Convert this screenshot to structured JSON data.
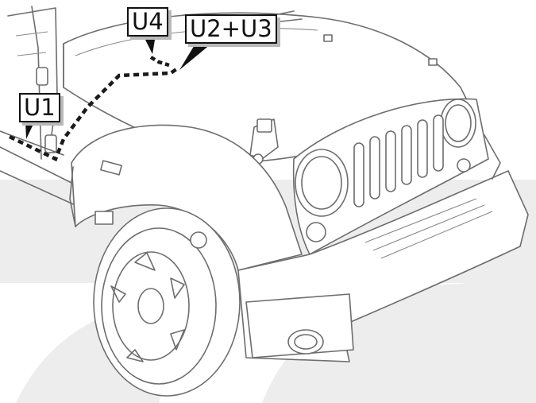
{
  "labels": {
    "u1": "U1",
    "u4": "U4",
    "u23": "U2+U3"
  },
  "colors": {
    "background": "#ffffff",
    "watermark": "#ededed",
    "line_art": "#6d6d6d",
    "wire_route": "#1a1a1a"
  }
}
